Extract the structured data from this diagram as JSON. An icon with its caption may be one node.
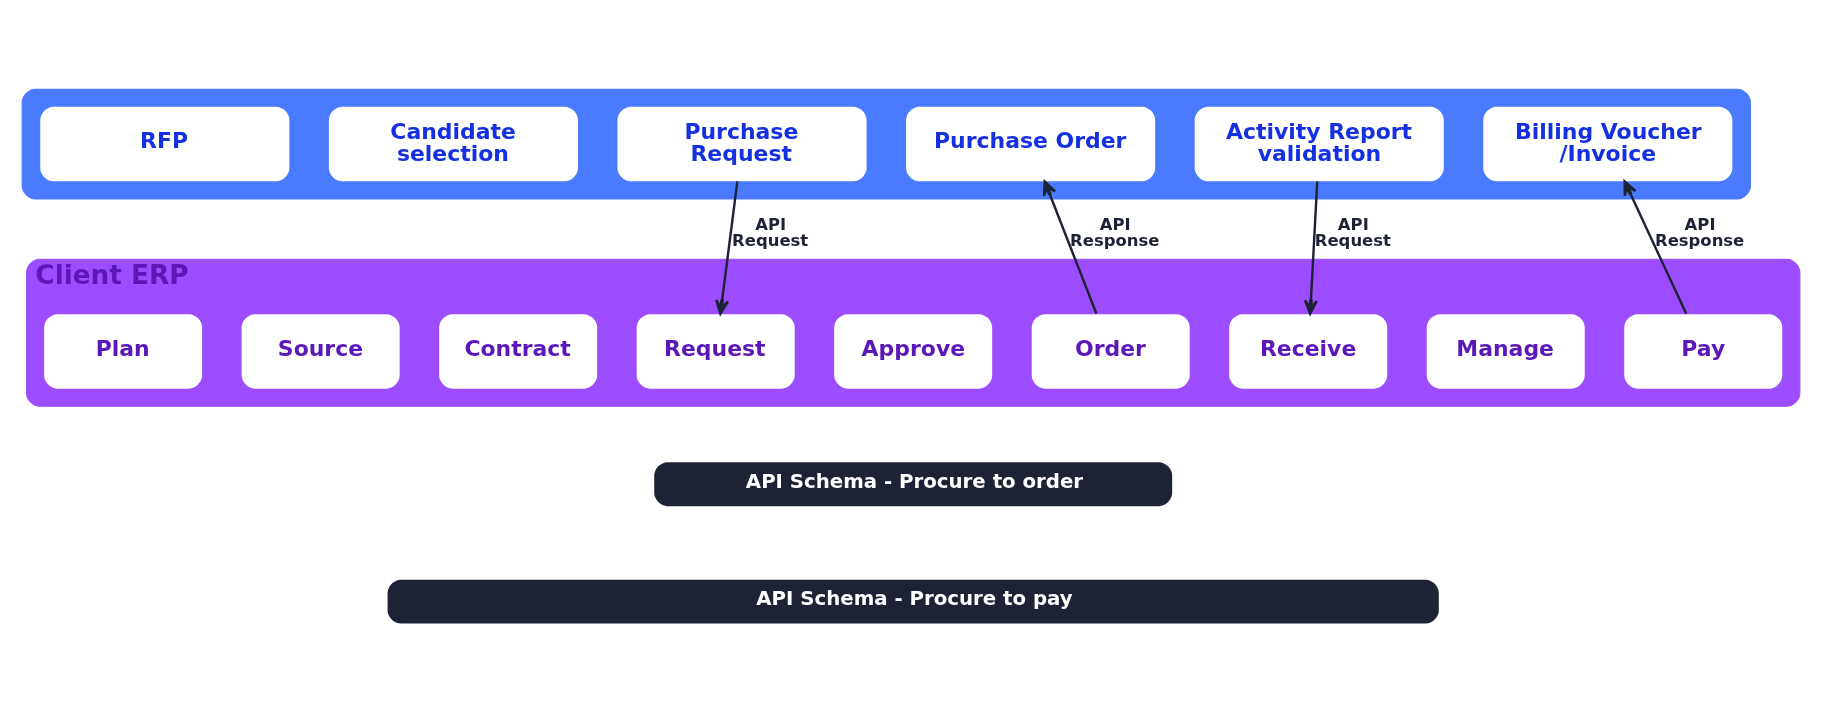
{
  "diagram": {
    "nodes": [
      {
        "text": [],
        "shape": "box"
      },
      {
        "text": [
          "RFP"
        ],
        "in": 0
      },
      {
        "text": [
          "Candidate selection"
        ],
        "in": 0
      },
      {
        "text": [
          "Purchase Request"
        ],
        "in": 0
      },
      {
        "text": [
          "Purchase Order"
        ],
        "in": 0
      },
      {
        "text": [
          "Activity Report validation"
        ],
        "in": 0
      },
      {
        "text": [
          "Billing Voucher /Invoice"
        ],
        "in": 0
      },
      {
        "text": [
          "Client ERP"
        ]
      },
      {
        "text": [
          "Plan"
        ],
        "in": 7
      },
      {
        "text": [
          "Source"
        ],
        "in": 7
      },
      {
        "text": [
          "Contract"
        ],
        "in": 7
      },
      {
        "text": [
          "Request"
        ],
        "in": 7
      },
      {
        "text": [
          "Approve"
        ],
        "in": 7
      },
      {
        "text": [
          "Order"
        ],
        "in": 7
      },
      {
        "text": [
          "Receive"
        ],
        "in": 7
      },
      {
        "text": [
          "Manage"
        ],
        "in": 7
      },
      {
        "text": [
          "Pay"
        ],
        "in": 7
      },
      {
        "text": [
          "API Schema - Procure to order"
        ]
      },
      {
        "text": [
          "API Schema - Procure to pay"
        ]
      }
    ],
    "edges": [
      {
        "from": 3,
        "to": 11,
        "arrow": "to",
        "label": "API Request"
      },
      {
        "from": 13,
        "to": 4,
        "arrow": "to",
        "label": "API Response"
      },
      {
        "from": 5,
        "to": 14,
        "arrow": "to",
        "label": "API Request"
      },
      {
        "from": 16,
        "to": 6,
        "arrow": "to",
        "label": "API Response"
      }
    ]
  }
}
